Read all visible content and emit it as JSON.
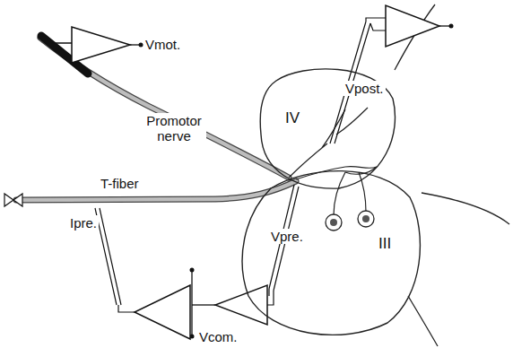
{
  "diagram": {
    "nodes": [
      {
        "text": [
          "IV"
        ]
      },
      {
        "text": [
          "III"
        ]
      }
    ],
    "labels": [
      "Vmot.",
      "Promotor nerve",
      "T-fiber",
      "Ipre.",
      "Vpost.",
      "Vpre.",
      "Vcom."
    ]
  }
}
